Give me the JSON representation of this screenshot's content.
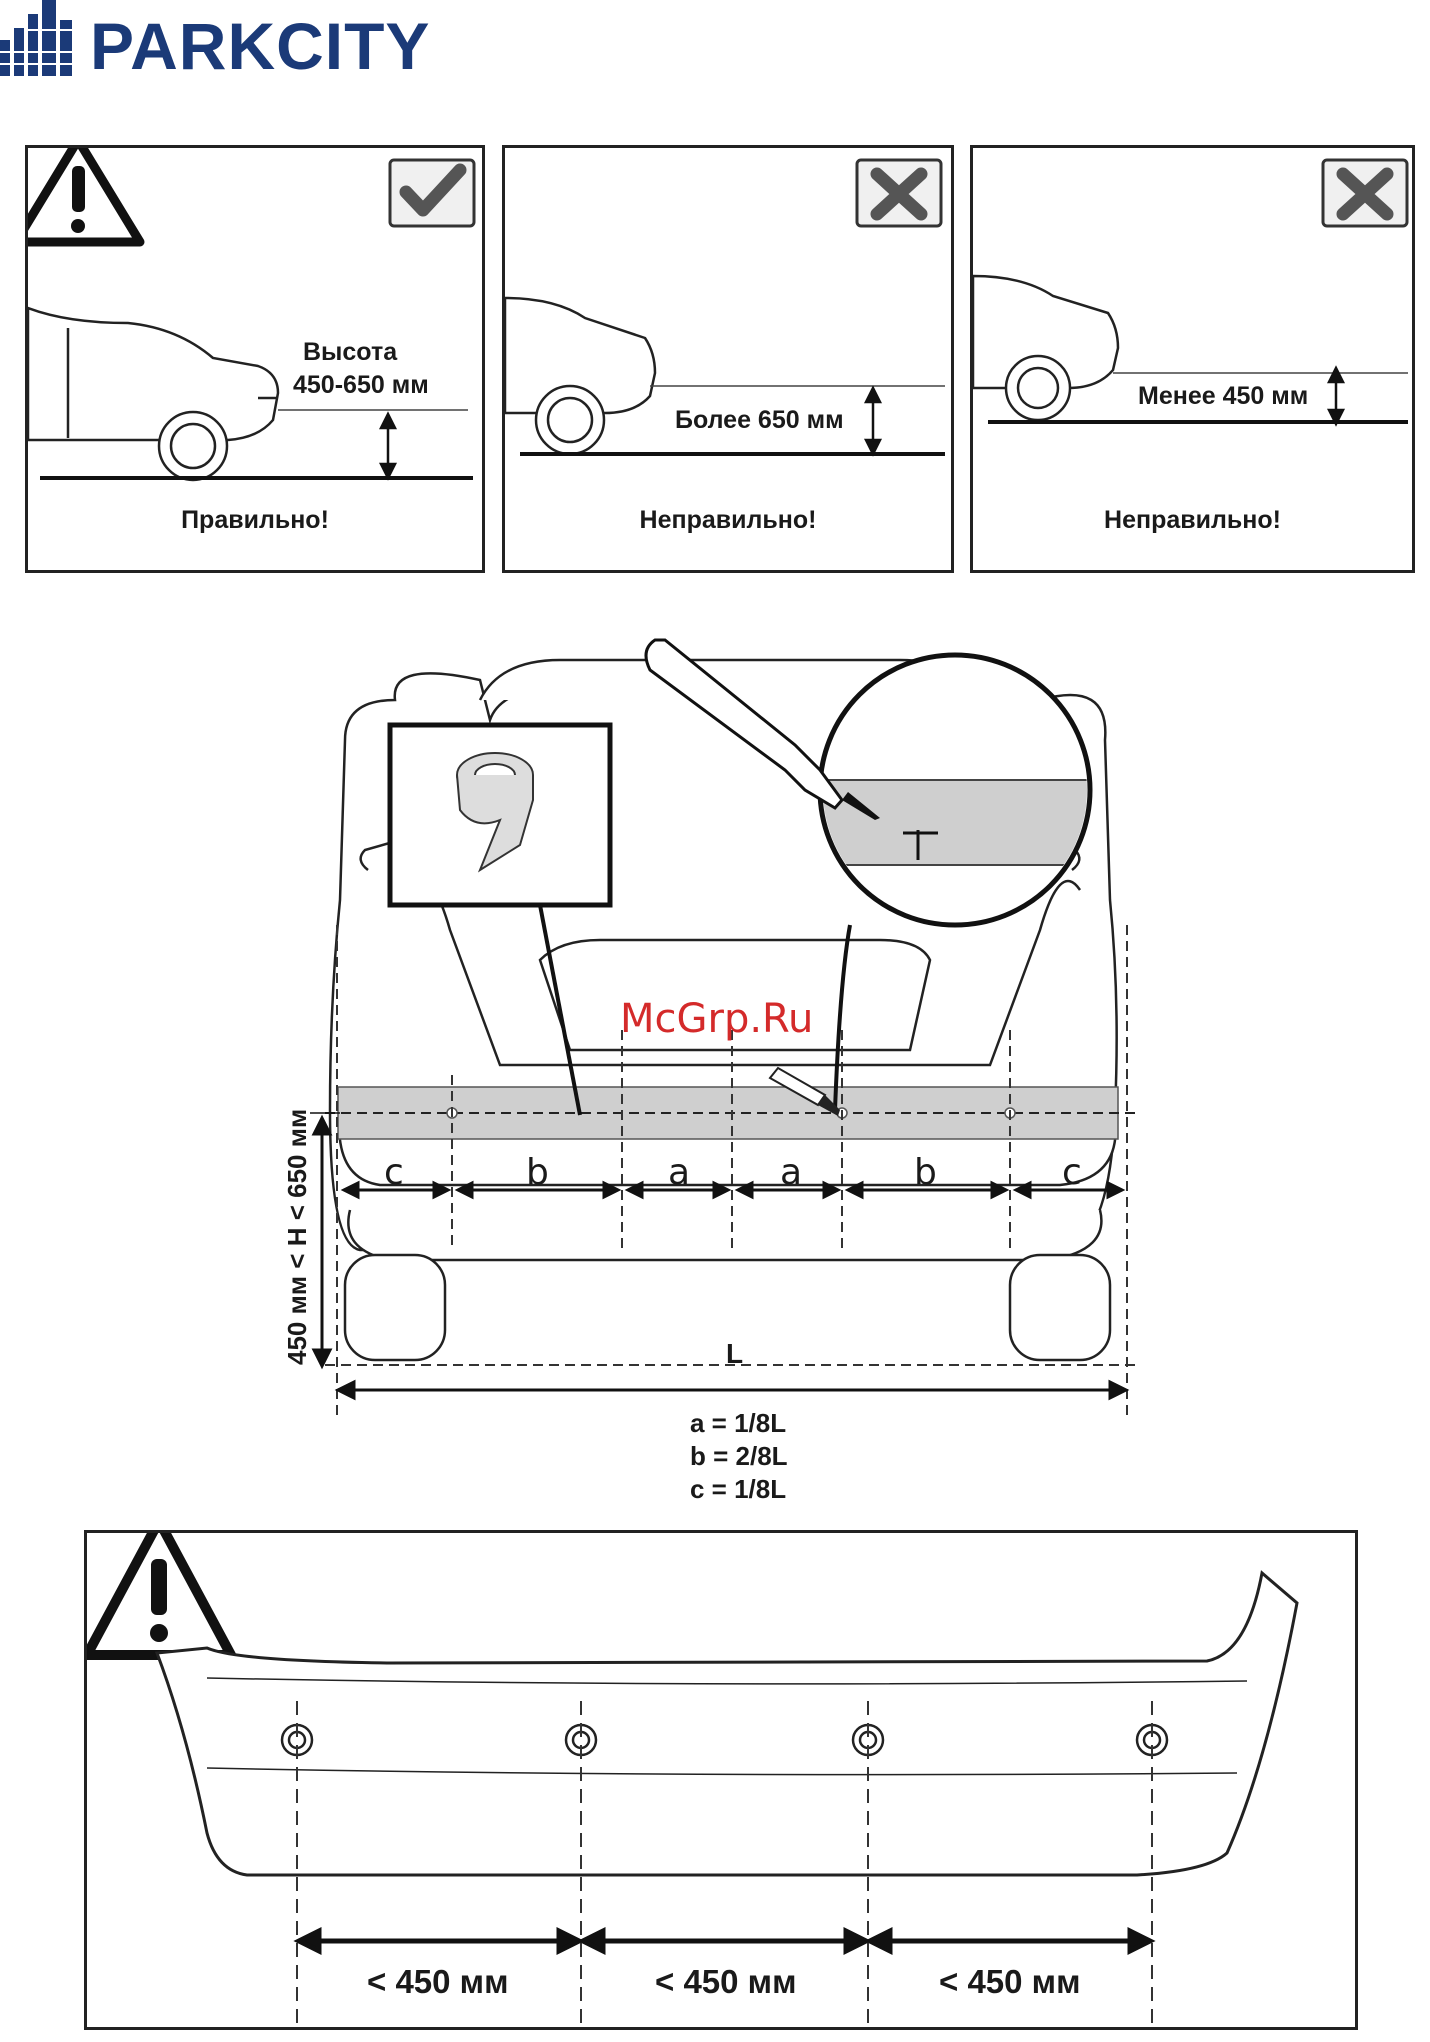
{
  "brand": {
    "name": "PARKCITY",
    "color": "#1b3a78"
  },
  "panels": [
    {
      "verdict_icon": "check-icon",
      "height_label_line1": "Высота",
      "height_label_line2": "450-650 мм",
      "caption": "Правильно!"
    },
    {
      "verdict_icon": "cross-icon",
      "height_label": "Более 650 мм",
      "caption": "Неправильно!"
    },
    {
      "verdict_icon": "cross-icon",
      "height_label": "Менее 450 мм",
      "caption": "Неправильно!"
    }
  ],
  "rear_view": {
    "watermark": "McGrp.Ru",
    "watermark_color": "#d42a2a",
    "height_range": "450 мм < H < 650 мм",
    "segments": [
      "c",
      "b",
      "a",
      "a",
      "b",
      "c"
    ],
    "total_label": "L",
    "formulas": [
      "a =  1/8L",
      "b =  2/8L",
      "c =  1/8L"
    ]
  },
  "bumper": {
    "spacing_labels": [
      "< 450 мм",
      "< 450 мм",
      "< 450 мм"
    ]
  }
}
